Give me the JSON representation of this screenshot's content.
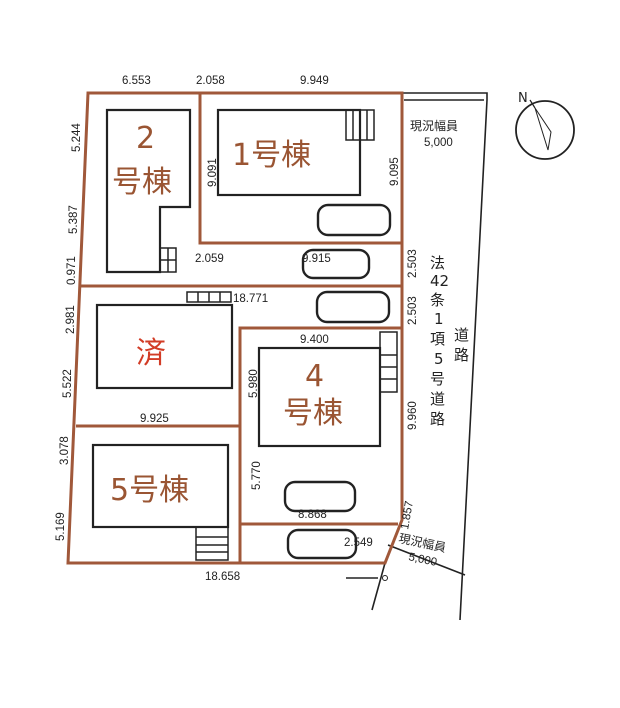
{
  "plan": {
    "lots": {
      "lot1": "1号棟",
      "lot2_num": "2",
      "lot2_suffix": "号棟",
      "lot3": "済",
      "lot4_num": "4",
      "lot4_suffix": "号棟",
      "lot5": "5号棟"
    },
    "dimensions": {
      "top_left": "6.553",
      "top_mid": "2.058",
      "top_right": "9.949",
      "left_1": "5.244",
      "left_2": "5.387",
      "left_3": "0.971",
      "left_4": "2.981",
      "left_5": "5.522",
      "left_6": "3.078",
      "left_7": "5.169",
      "lot1_left": "9.091",
      "lot1_right": "9.095",
      "lot1_bottom": "2.059",
      "drive_1": "9.915",
      "drive_2": "18.771",
      "right_1": "2.503",
      "right_2": "2.503",
      "lot4_top": "9.400",
      "lot4_left_top": "5.980",
      "lot4_right": "9.960",
      "lot3_bottom": "9.925",
      "lot4_left_bottom": "5.770",
      "lot4_bottom": "8.868",
      "corner_slant": "1.857",
      "corner_bottom": "2.549",
      "bottom": "18.658"
    },
    "road_top": {
      "label": "現況幅員",
      "width": "5,000"
    },
    "road_bottom": {
      "label": "現況幅員",
      "width": "5,000"
    },
    "road_type": [
      "法",
      "42",
      "条",
      "1",
      "項",
      "5",
      "号",
      "道",
      "路"
    ],
    "road_type_side": [
      "道",
      "路"
    ],
    "compass": {
      "label": "N"
    },
    "colors": {
      "boundary": "#a0583a",
      "lot_label": "#9a5533",
      "sold_label": "#d23c26"
    }
  }
}
